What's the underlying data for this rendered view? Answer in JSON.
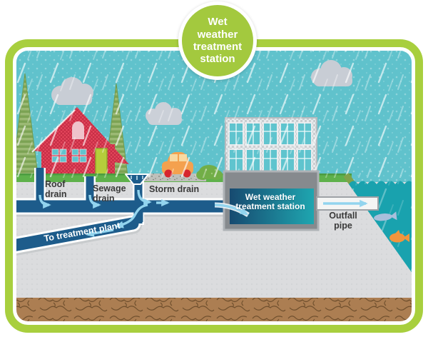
{
  "badge": {
    "text": "Wet\nweather\ntreatment\nstation"
  },
  "labels": {
    "roof_drain": "Roof\ndrain",
    "sewage_drain": "Sewage\ndrain",
    "storm_drain": "Storm drain",
    "to_treatment_plant": "To treatment plant",
    "station_tank": "Wet weather\ntreatment station",
    "outfall_pipe": "Outfall\npipe"
  },
  "colors": {
    "frame_green": "#A8CF3E",
    "badge_green": "#A3C93E",
    "sky_teal": "#60C2CC",
    "cloud_gray": "#C8CDD5",
    "house_red": "#E5475C",
    "door_green": "#B5CE3B",
    "tree_green": "#8BAF63",
    "grass_green": "#5EB14B",
    "pipe_blue": "#1D5C8B",
    "arrow_light_blue": "#92D4EE",
    "water_teal": "#19A2AE",
    "shore_band_olive": "#7FA24A",
    "underground_gray": "#DBDCDE",
    "soil_brown": "#AC7E52",
    "tank_gradient_left": "#174A70",
    "tank_gradient_right": "#1FA6B0",
    "label_text": "#3A3A3A"
  }
}
